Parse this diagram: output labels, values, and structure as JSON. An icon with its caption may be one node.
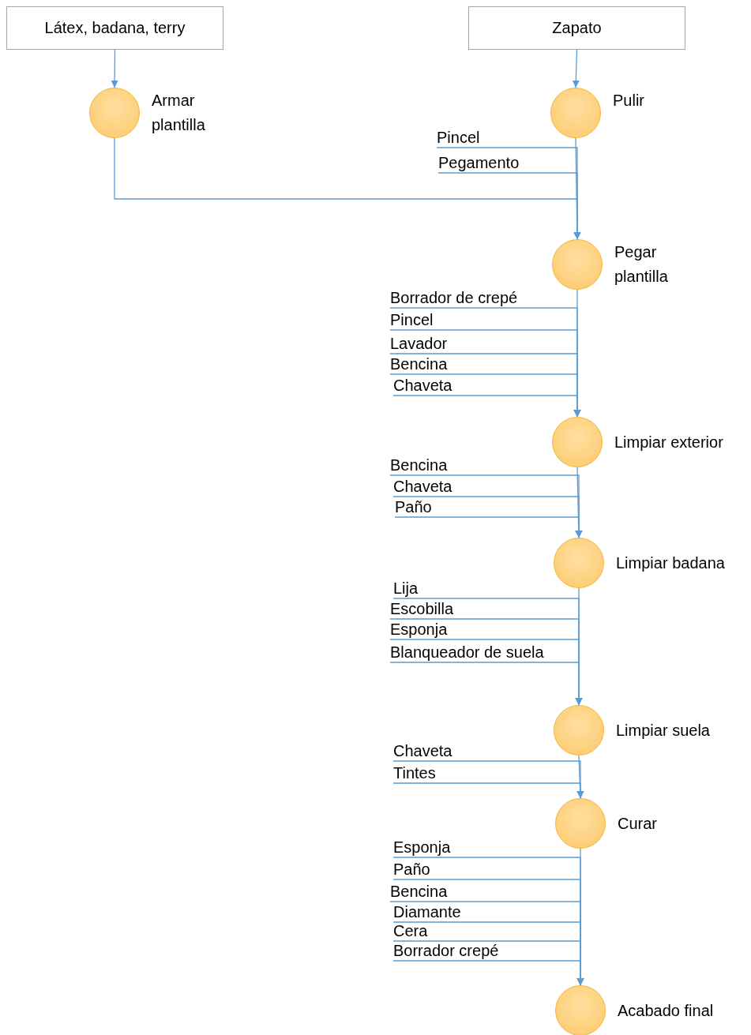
{
  "diagram": {
    "nodes": [
      {
        "text": [
          "Látex, badana, terry"
        ]
      },
      {
        "text": [
          "Zapato"
        ]
      },
      {
        "text": [],
        "shape": "circle",
        "beside": [
          "Armar plantilla"
        ]
      },
      {
        "text": [],
        "shape": "circle",
        "beside": [
          "Pulir"
        ]
      },
      {
        "text": [
          "Pincel"
        ]
      },
      {
        "text": [
          "Pegamento"
        ]
      },
      {
        "text": [],
        "shape": "circle",
        "beside": [
          "Pegar plantilla"
        ]
      },
      {
        "text": [
          "Borrador de crepé"
        ]
      },
      {
        "text": [
          "Pincel"
        ]
      },
      {
        "text": [
          "Lavador"
        ]
      },
      {
        "text": [
          "Bencina"
        ]
      },
      {
        "text": [
          "Chaveta"
        ]
      },
      {
        "text": [],
        "shape": "circle",
        "beside": [
          "Limpiar exterior"
        ]
      },
      {
        "text": [
          "Bencina"
        ]
      },
      {
        "text": [
          "Chaveta"
        ]
      },
      {
        "text": [
          "Paño"
        ]
      },
      {
        "text": [],
        "shape": "circle",
        "beside": [
          "Limpiar badana"
        ]
      },
      {
        "text": [
          "Lija"
        ]
      },
      {
        "text": [
          "Escobilla"
        ]
      },
      {
        "text": [
          "Esponja"
        ]
      },
      {
        "text": [
          "Blanqueador de suela"
        ]
      },
      {
        "text": [],
        "shape": "circle",
        "beside": [
          "Limpiar suela"
        ]
      },
      {
        "text": [
          "Chaveta"
        ]
      },
      {
        "text": [
          "Tintes"
        ]
      },
      {
        "text": [],
        "shape": "circle",
        "beside": [
          "Curar"
        ]
      },
      {
        "text": [
          "Esponja"
        ]
      },
      {
        "text": [
          "Paño"
        ]
      },
      {
        "text": [
          "Bencina"
        ]
      },
      {
        "text": [
          "Diamante"
        ]
      },
      {
        "text": [
          "Cera"
        ]
      },
      {
        "text": [
          "Borrador crepé"
        ]
      },
      {
        "text": [],
        "shape": "circle",
        "beside": [
          "Acabado final"
        ]
      }
    ],
    "edges": [
      {
        "from": 0,
        "to": 2,
        "arrow": "to"
      },
      {
        "from": 1,
        "to": 3,
        "arrow": "to"
      },
      {
        "from": 2,
        "to": 6,
        "arrow": "to"
      },
      {
        "from": 3,
        "to": 6,
        "arrow": "to"
      },
      {
        "from": 4,
        "to": 6,
        "arrow": "to"
      },
      {
        "from": 5,
        "to": 6,
        "arrow": "to"
      },
      {
        "from": 6,
        "to": 12,
        "arrow": "to"
      },
      {
        "from": 7,
        "to": 12,
        "arrow": "to"
      },
      {
        "from": 8,
        "to": 12,
        "arrow": "to"
      },
      {
        "from": 9,
        "to": 12,
        "arrow": "to"
      },
      {
        "from": 10,
        "to": 12,
        "arrow": "to"
      },
      {
        "from": 11,
        "to": 12,
        "arrow": "to"
      },
      {
        "from": 12,
        "to": 16,
        "arrow": "to"
      },
      {
        "from": 13,
        "to": 16,
        "arrow": "to"
      },
      {
        "from": 14,
        "to": 16,
        "arrow": "to"
      },
      {
        "from": 15,
        "to": 16,
        "arrow": "to"
      },
      {
        "from": 16,
        "to": 21,
        "arrow": "to"
      },
      {
        "from": 17,
        "to": 21,
        "arrow": "to"
      },
      {
        "from": 18,
        "to": 21,
        "arrow": "to"
      },
      {
        "from": 19,
        "to": 21,
        "arrow": "to"
      },
      {
        "from": 20,
        "to": 21,
        "arrow": "to"
      },
      {
        "from": 21,
        "to": 24,
        "arrow": "to"
      },
      {
        "from": 22,
        "to": 24,
        "arrow": "to"
      },
      {
        "from": 23,
        "to": 24,
        "arrow": "to"
      },
      {
        "from": 24,
        "to": 31,
        "arrow": "to"
      },
      {
        "from": 25,
        "to": 31,
        "arrow": "to"
      },
      {
        "from": 26,
        "to": 31,
        "arrow": "to"
      },
      {
        "from": 27,
        "to": 31,
        "arrow": "to"
      },
      {
        "from": 28,
        "to": 31,
        "arrow": "to"
      },
      {
        "from": 29,
        "to": 31,
        "arrow": "to"
      },
      {
        "from": 30,
        "to": 31,
        "arrow": "to"
      }
    ]
  }
}
